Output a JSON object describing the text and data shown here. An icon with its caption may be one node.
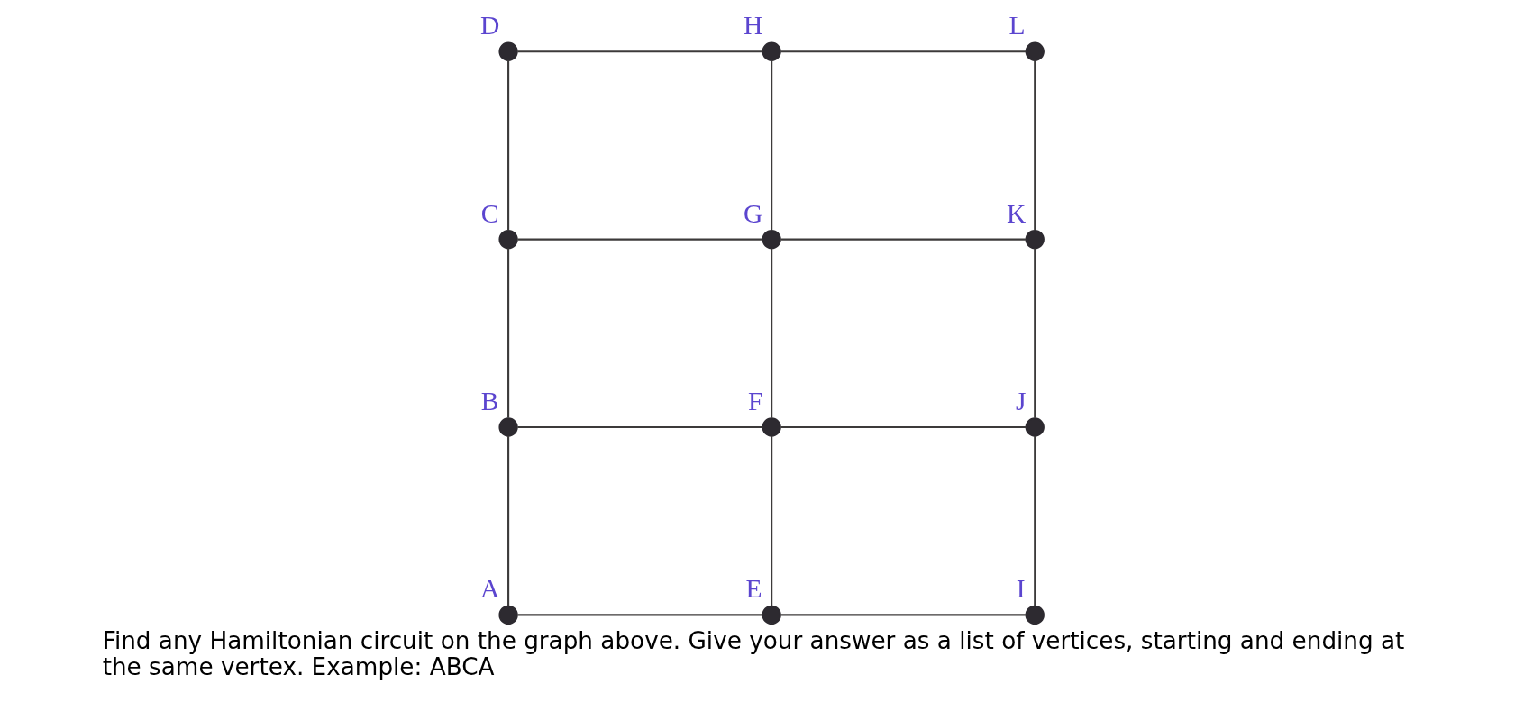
{
  "diagram": {
    "caption": "Find any Hamiltonian circuit on the graph above. Give your answer as a list of vertices, starting and ending at the same vertex. Example: ABCA",
    "nodes": [
      {
        "text": [],
        "shape": "circle",
        "beside": [
          "D"
        ]
      },
      {
        "text": [],
        "shape": "circle",
        "beside": [
          "H"
        ]
      },
      {
        "text": [],
        "shape": "circle",
        "beside": [
          "L"
        ]
      },
      {
        "text": [],
        "shape": "circle",
        "beside": [
          "C"
        ]
      },
      {
        "text": [],
        "shape": "circle",
        "beside": [
          "G"
        ]
      },
      {
        "text": [],
        "shape": "circle",
        "beside": [
          "K"
        ]
      },
      {
        "text": [],
        "shape": "circle",
        "beside": [
          "B"
        ]
      },
      {
        "text": [],
        "shape": "circle",
        "beside": [
          "F"
        ]
      },
      {
        "text": [],
        "shape": "circle",
        "beside": [
          "J"
        ]
      },
      {
        "text": [],
        "shape": "circle",
        "beside": [
          "A"
        ]
      },
      {
        "text": [],
        "shape": "circle",
        "beside": [
          "E"
        ]
      },
      {
        "text": [],
        "shape": "circle",
        "beside": [
          "I"
        ]
      }
    ],
    "edges": [
      {
        "from": 0,
        "to": 1,
        "arrow": "none"
      },
      {
        "from": 1,
        "to": 2,
        "arrow": "none"
      },
      {
        "from": 0,
        "to": 3,
        "arrow": "none"
      },
      {
        "from": 1,
        "to": 4,
        "arrow": "none"
      },
      {
        "from": 2,
        "to": 5,
        "arrow": "none"
      },
      {
        "from": 3,
        "to": 4,
        "arrow": "none"
      },
      {
        "from": 4,
        "to": 5,
        "arrow": "none"
      },
      {
        "from": 3,
        "to": 6,
        "arrow": "none"
      },
      {
        "from": 4,
        "to": 7,
        "arrow": "none"
      },
      {
        "from": 5,
        "to": 8,
        "arrow": "none"
      },
      {
        "from": 6,
        "to": 7,
        "arrow": "none"
      },
      {
        "from": 7,
        "to": 8,
        "arrow": "none"
      },
      {
        "from": 6,
        "to": 9,
        "arrow": "none"
      },
      {
        "from": 7,
        "to": 10,
        "arrow": "none"
      },
      {
        "from": 8,
        "to": 11,
        "arrow": "none"
      },
      {
        "from": 9,
        "to": 10,
        "arrow": "none"
      },
      {
        "from": 10,
        "to": 11,
        "arrow": "none"
      }
    ]
  }
}
